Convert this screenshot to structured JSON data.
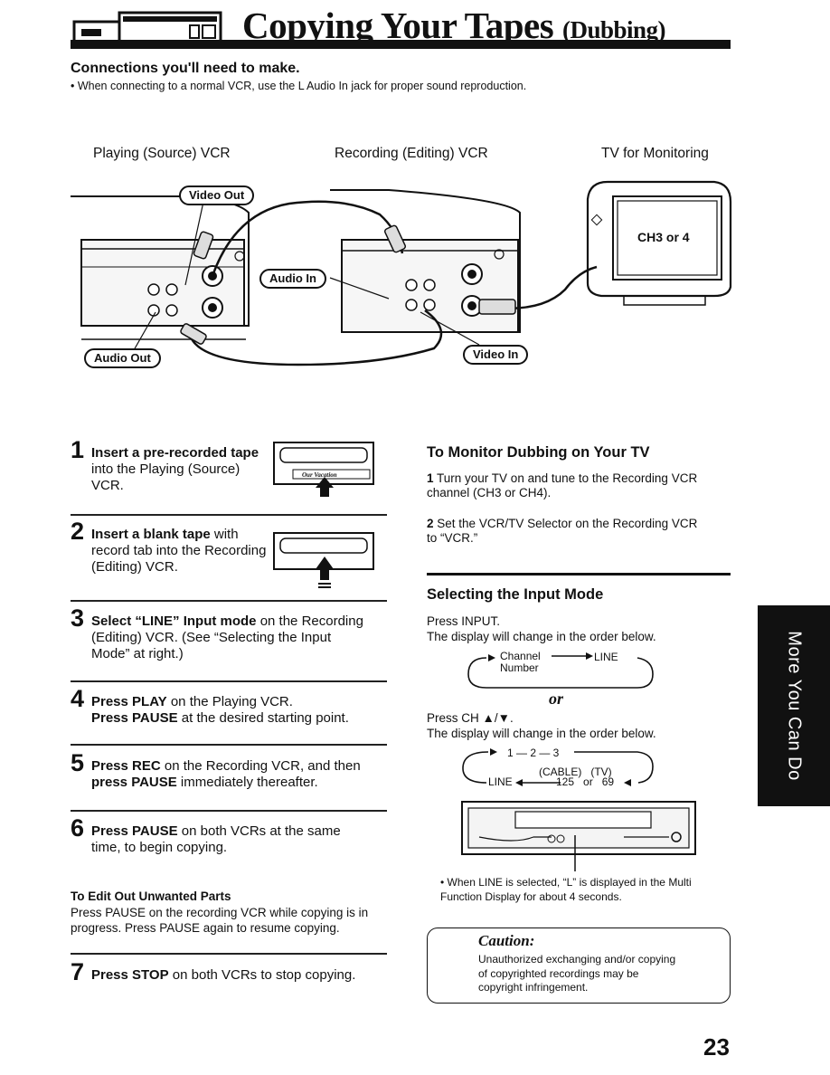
{
  "header": {
    "title": "Copying Your Tapes",
    "title_suffix": "(Dubbing)",
    "icon": "two-vcr-icon"
  },
  "connections": {
    "heading": "Connections you'll need to make.",
    "note": "• When connecting to a normal VCR, use the L Audio In jack for proper sound reproduction."
  },
  "diagram": {
    "labels": [
      "Playing (Source) VCR",
      "Recording (Editing) VCR",
      "TV for Monitoring"
    ],
    "callouts": {
      "video_out": "Video Out",
      "audio_in": "Audio In",
      "audio_out": "Audio Out",
      "video_in": "Video In"
    },
    "tv_screen": "CH3 or 4",
    "cassette_label": "Our Vacation"
  },
  "steps": [
    {
      "num": "1",
      "bold": "Insert a pre-recorded tape",
      "rest": " into the Playing (Source) VCR."
    },
    {
      "num": "2",
      "bold": "Insert a blank tape",
      "rest": " with record tab into the Recording (Editing) VCR."
    },
    {
      "num": "3",
      "bold": "Select “LINE” Input mode",
      "rest": " on the Recording (Editing) VCR. (See “Selecting the Input Mode” at right.)"
    },
    {
      "num": "4",
      "line1_bold": "Press PLAY",
      "line1_rest": " on the Playing VCR.",
      "line2_bold": "Press PAUSE",
      "line2_rest": " at the desired starting point."
    },
    {
      "num": "5",
      "bold": "Press REC",
      "rest": " on the Recording VCR, and then ",
      "bold2": "press PAUSE",
      "rest2": " immediately thereafter."
    },
    {
      "num": "6",
      "bold": "Press PAUSE",
      "rest": " on both VCRs at the same time, to begin copying."
    },
    {
      "num": "7",
      "bold": "Press STOP",
      "rest": " on both VCRs to stop copying."
    }
  ],
  "edit_out": {
    "heading": "To Edit Out Unwanted Parts",
    "text": "Press PAUSE on the recording VCR while copying is in progress. Press PAUSE again to resume copying."
  },
  "monitor": {
    "heading": "To Monitor Dubbing on Your TV",
    "items": [
      {
        "num": "1",
        "text": "Turn your TV on and tune to the Recording VCR channel (CH3 or CH4)."
      },
      {
        "num": "2",
        "text": "Set the VCR/TV Selector on the Recording VCR to “VCR.”"
      }
    ]
  },
  "input_mode": {
    "heading": "Selecting the Input Mode",
    "press_input": "Press INPUT.",
    "order_text": "The display will change in the order below.",
    "cycle1": {
      "channel": "Channel",
      "number": "Number",
      "line": "LINE"
    },
    "or": "or",
    "press_ch": "Press CH ▲/▼.",
    "order_text2": "The display will change in the order below.",
    "cycle2": {
      "seq": "1 — 2 — 3",
      "cable_tv": "(CABLE)   (TV)",
      "line": "LINE",
      "ends": "125   or   69"
    },
    "note": "• When LINE is selected, “L” is displayed in the Multi Function Display for about 4 seconds."
  },
  "caution": {
    "title": "Caution:",
    "text": "Unauthorized exchanging and/or copying of copyrighted recordings may be copyright infringement."
  },
  "side_tab": "More You Can Do",
  "page_number": "23"
}
